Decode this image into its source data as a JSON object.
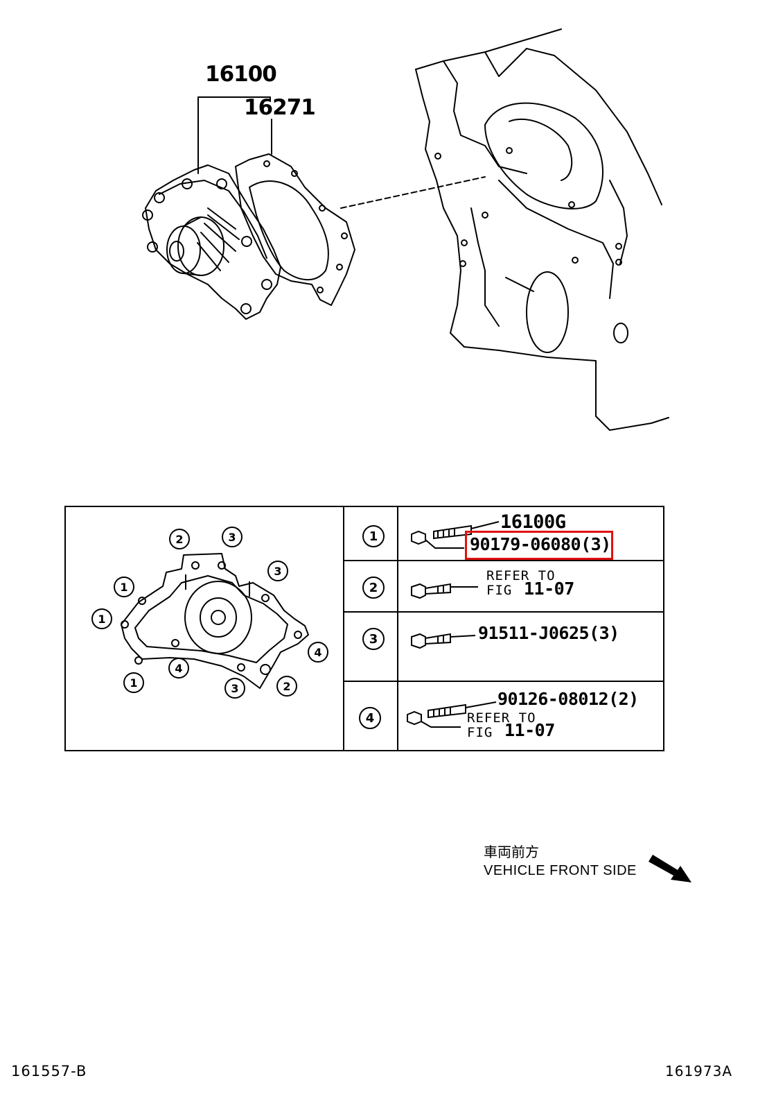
{
  "diagram": {
    "main_labels": {
      "pump_assembly": "16100",
      "gasket": "16271"
    },
    "table_rows": [
      {
        "marker": "1",
        "part_top": "16100G",
        "part_main": "90179-06080(3)",
        "highlighted": true
      },
      {
        "marker": "2",
        "ref_line1": "REFER TO",
        "ref_line2_a": "FIG",
        "ref_line2_b": "11-07"
      },
      {
        "marker": "3",
        "part_main": "91511-J0625(3)"
      },
      {
        "marker": "4",
        "part_top": "90126-08012(2)",
        "ref_line1": "REFER TO",
        "ref_line2_a": "FIG",
        "ref_line2_b": "11-07"
      }
    ],
    "bolt_markers": [
      "2",
      "3",
      "3",
      "1",
      "1",
      "4",
      "1",
      "4",
      "3",
      "2"
    ],
    "front_label_jp": "車両前方",
    "front_label_en": "VEHICLE FRONT SIDE",
    "footer_left": "161557-B",
    "footer_right": "161973A",
    "highlight_color": "#e01010"
  }
}
